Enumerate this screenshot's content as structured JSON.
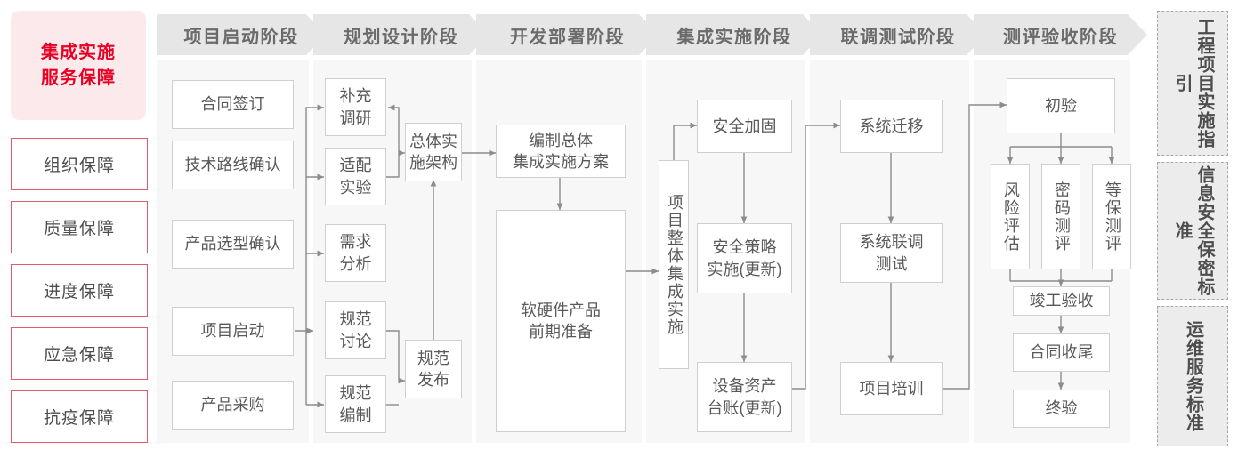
{
  "sidebar": {
    "hero": "集成实施\n服务保障",
    "hero_line1": "集成实施",
    "hero_line2": "服务保障",
    "items": [
      {
        "label": "组织保障"
      },
      {
        "label": "质量保障"
      },
      {
        "label": "进度保障"
      },
      {
        "label": "应急保障"
      },
      {
        "label": "抗疫保障"
      }
    ],
    "accent_color": "#e60023",
    "hero_bg": "#fce9ec",
    "item_border": "#e05a6a"
  },
  "phases": [
    {
      "id": "initiation",
      "title": "项目启动阶段",
      "nodes": [
        {
          "label": "合同签订"
        },
        {
          "label": "技术路线确认"
        },
        {
          "label": "产品选型确认"
        },
        {
          "label": "项目启动"
        },
        {
          "label": "产品采购"
        }
      ]
    },
    {
      "id": "planning",
      "title": "规划设计阶段",
      "nodes": [
        {
          "label": "补充\n调研",
          "l1": "补充",
          "l2": "调研"
        },
        {
          "label": "适配\n实验",
          "l1": "适配",
          "l2": "实验"
        },
        {
          "label": "需求\n分析",
          "l1": "需求",
          "l2": "分析"
        },
        {
          "label": "规范\n讨论",
          "l1": "规范",
          "l2": "讨论"
        },
        {
          "label": "规范\n编制",
          "l1": "规范",
          "l2": "编制"
        },
        {
          "label": "总体实\n施架构",
          "l1": "总体实",
          "l2": "施架构"
        },
        {
          "label": "规范\n发布",
          "l1": "规范",
          "l2": "发布"
        }
      ]
    },
    {
      "id": "development",
      "title": "开发部署阶段",
      "nodes": [
        {
          "label": "编制总体\n集成实施方案",
          "l1": "编制总体",
          "l2": "集成实施方案"
        },
        {
          "label": "软硬件产品\n前期准备",
          "l1": "软硬件产品",
          "l2": "前期准备"
        }
      ]
    },
    {
      "id": "integration",
      "title": "集成实施阶段",
      "nodes": [
        {
          "label": "项目整体集成实施"
        },
        {
          "label": "安全加固"
        },
        {
          "label": "安全策略\n实施(更新)",
          "l1": "安全策略",
          "l2": "实施(更新)"
        },
        {
          "label": "设备资产\n台账(更新)",
          "l1": "设备资产",
          "l2": "台账(更新)"
        }
      ]
    },
    {
      "id": "joint-test",
      "title": "联调测试阶段",
      "nodes": [
        {
          "label": "系统迁移"
        },
        {
          "label": "系统联调\n测试",
          "l1": "系统联调",
          "l2": "测试"
        },
        {
          "label": "项目培训"
        }
      ]
    },
    {
      "id": "acceptance",
      "title": "测评验收阶段",
      "nodes": [
        {
          "label": "初验"
        },
        {
          "label": "风险评估"
        },
        {
          "label": "密码测评"
        },
        {
          "label": "等保测评"
        },
        {
          "label": "竣工验收"
        },
        {
          "label": "合同收尾"
        },
        {
          "label": "终验"
        }
      ]
    }
  ],
  "standards_rail": [
    {
      "label": "工程项目实施指引"
    },
    {
      "label": "信息安全保密标准"
    },
    {
      "label": "运维服务标准"
    }
  ],
  "colors": {
    "panel_bg": "#f7f7f7",
    "header_bg": "#e6e6e6",
    "node_border": "#cfcfcf",
    "wire": "#8c8c8c",
    "text": "#595959"
  }
}
